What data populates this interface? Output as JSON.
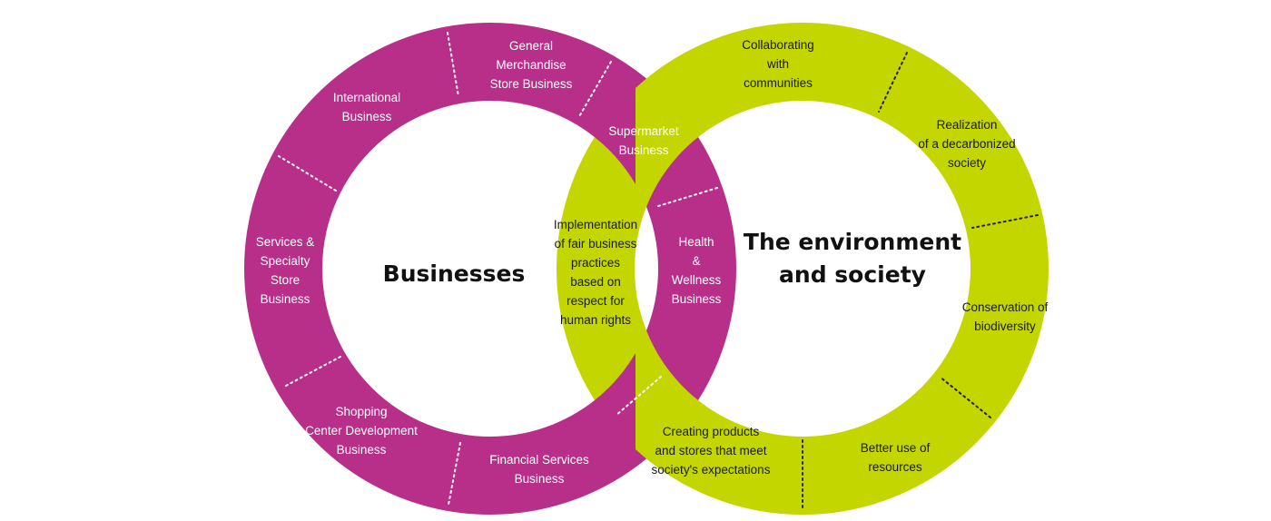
{
  "colors": {
    "businesses_ring": "#b72f88",
    "society_ring": "#c4d600",
    "businesses_text": "#ffffff",
    "society_text": "#1a1a1a",
    "title_text": "#111111",
    "divider_light": "#ffffff",
    "divider_dark": "#222222"
  },
  "businesses": {
    "title": [
      "Businesses"
    ],
    "segments": [
      {
        "id": "general-merchandise",
        "lines": [
          "General",
          "Merchandise",
          "Store Business"
        ]
      },
      {
        "id": "supermarket",
        "lines": [
          "Supermarket",
          "Business"
        ]
      },
      {
        "id": "health-wellness",
        "lines": [
          "Health",
          "&",
          "Wellness",
          "Business"
        ]
      },
      {
        "id": "financial-services",
        "lines": [
          "Financial Services",
          "Business"
        ]
      },
      {
        "id": "shopping-center",
        "lines": [
          "Shopping",
          "Center Development",
          "Business"
        ]
      },
      {
        "id": "services-specialty",
        "lines": [
          "Services &",
          "Specialty",
          "Store",
          "Business"
        ]
      },
      {
        "id": "international",
        "lines": [
          "International",
          "Business"
        ]
      }
    ]
  },
  "society": {
    "title": [
      "The environment",
      "and society"
    ],
    "segments": [
      {
        "id": "collaborating",
        "lines": [
          "Collaborating",
          "with",
          "communities"
        ]
      },
      {
        "id": "decarbonized",
        "lines": [
          "Realization",
          "of a decarbonized",
          "society"
        ]
      },
      {
        "id": "biodiversity",
        "lines": [
          "Conservation of",
          "biodiversity"
        ]
      },
      {
        "id": "resources",
        "lines": [
          "Better use of",
          "resources"
        ]
      },
      {
        "id": "products-stores",
        "lines": [
          "Creating products",
          "and stores that meet",
          "society's expectations"
        ]
      },
      {
        "id": "fair-practices",
        "lines": [
          "Implementation",
          "of fair business",
          "practices",
          "based on",
          "respect for",
          "human rights"
        ]
      }
    ]
  }
}
